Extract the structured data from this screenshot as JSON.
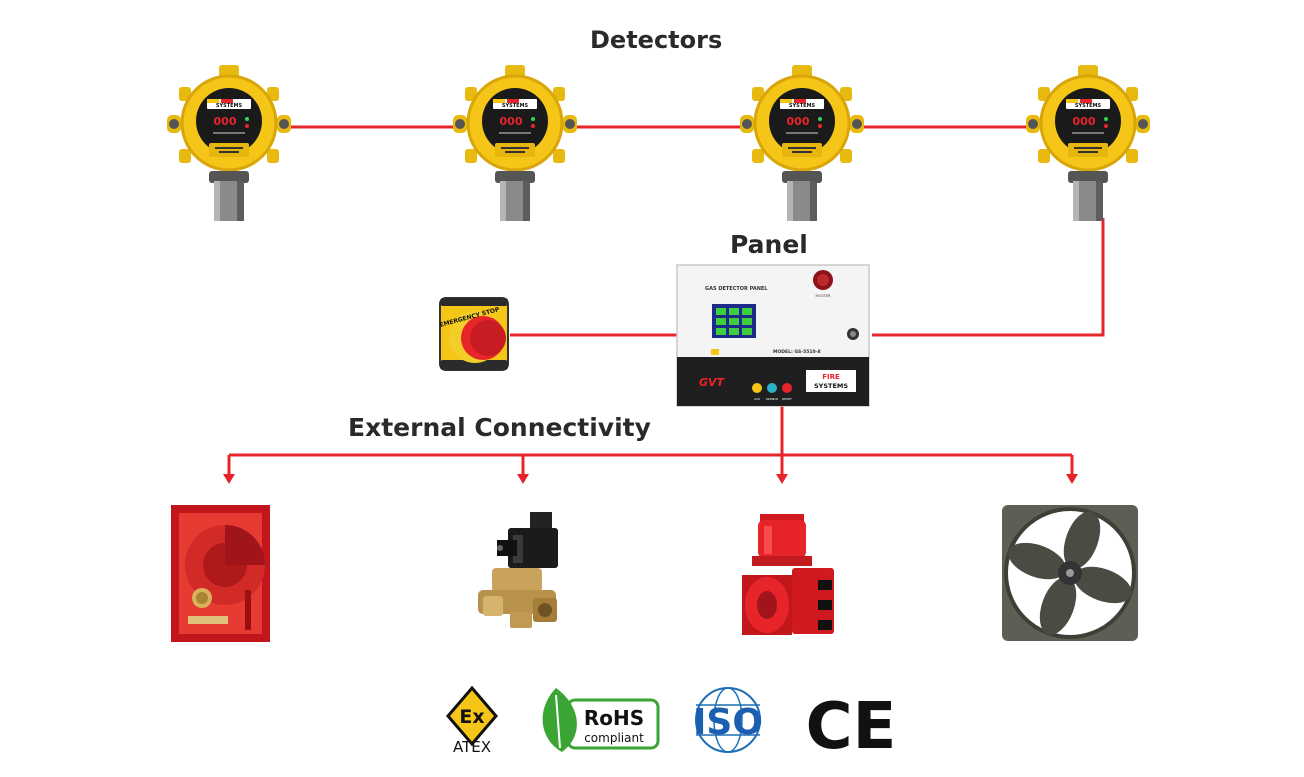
{
  "labels": {
    "detectors": "Detectors",
    "panel": "Panel",
    "external": "External Connectivity"
  },
  "panel": {
    "title": "GAS DETECTOR PANEL",
    "model": "MODEL: GS-5510-8",
    "brand_line1": "FIRE",
    "brand_line2": "SYSTEMS",
    "logo": "GVT",
    "buttons": [
      "ACK",
      "SILENCE",
      "RESET"
    ],
    "hooter_label": "HOOTER"
  },
  "detector": {
    "display_value": "000",
    "brand": "SYSTEMS"
  },
  "emergency_stop": {
    "text": "EMERGENCY STOP"
  },
  "certifications": {
    "atex_symbol": "Ex",
    "atex": "ATEX",
    "rohs": "RoHS",
    "rohs_sub": "compliant",
    "iso": "ISO",
    "ce": "CE"
  },
  "colors": {
    "connection_line": "#e8242b",
    "detector_body": "#f5c518",
    "panel_bottom": "#1f1f1f"
  },
  "icons": [
    "gas-detector-icon",
    "gas-detector-panel-icon",
    "emergency-stop-icon",
    "fire-hose-cabinet-icon",
    "solenoid-valve-icon",
    "beacon-siren-icon",
    "exhaust-fan-icon",
    "atex-logo",
    "rohs-logo",
    "iso-logo",
    "ce-logo"
  ]
}
